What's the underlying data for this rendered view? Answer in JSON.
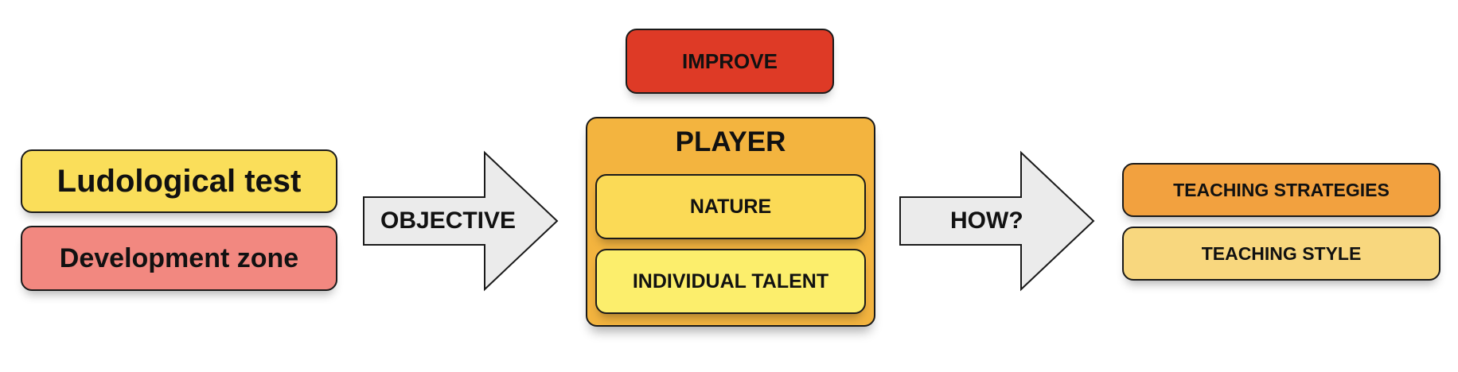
{
  "left": {
    "test": "Ludological test",
    "zone": "Development zone"
  },
  "arrows": {
    "objective": "OBJECTIVE",
    "how": "HOW?"
  },
  "center": {
    "improve": "IMPROVE",
    "player": "PLAYER",
    "nature": "NATURE",
    "talent": "INDIVIDUAL TALENT"
  },
  "right": {
    "strategies": "TEACHING STRATEGIES",
    "style": "TEACHING STYLE"
  },
  "colors": {
    "ludological": "#fade5a",
    "development": "#f28880",
    "improve": "#de3a26",
    "player": "#f3b43f",
    "nature": "#fbda56",
    "talent": "#fcee6c",
    "strategies": "#f2a13f",
    "style": "#f8d77e",
    "arrow_fill": "#ebebeb"
  }
}
